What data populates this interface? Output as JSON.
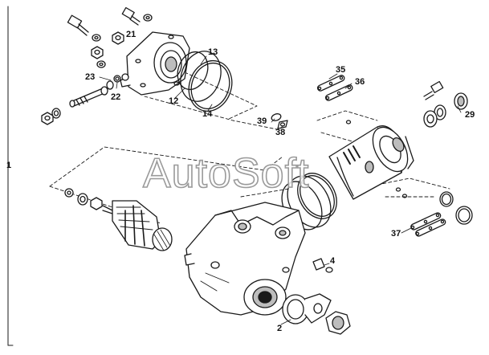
{
  "diagram": {
    "watermark_text": "AutoSoft",
    "frame_label": "1",
    "line_color": "#1a1a1a",
    "fill_color": "#ffffff",
    "shade_color": "#bdbdbd",
    "callouts": {
      "c2": "2",
      "c4": "4",
      "c12": "12",
      "c13": "13",
      "c14": "14",
      "c21": "21",
      "c22": "22",
      "c23": "23",
      "c29": "29",
      "c35": "35",
      "c36": "36",
      "c37": "37",
      "c38": "38",
      "c39": "39"
    }
  }
}
